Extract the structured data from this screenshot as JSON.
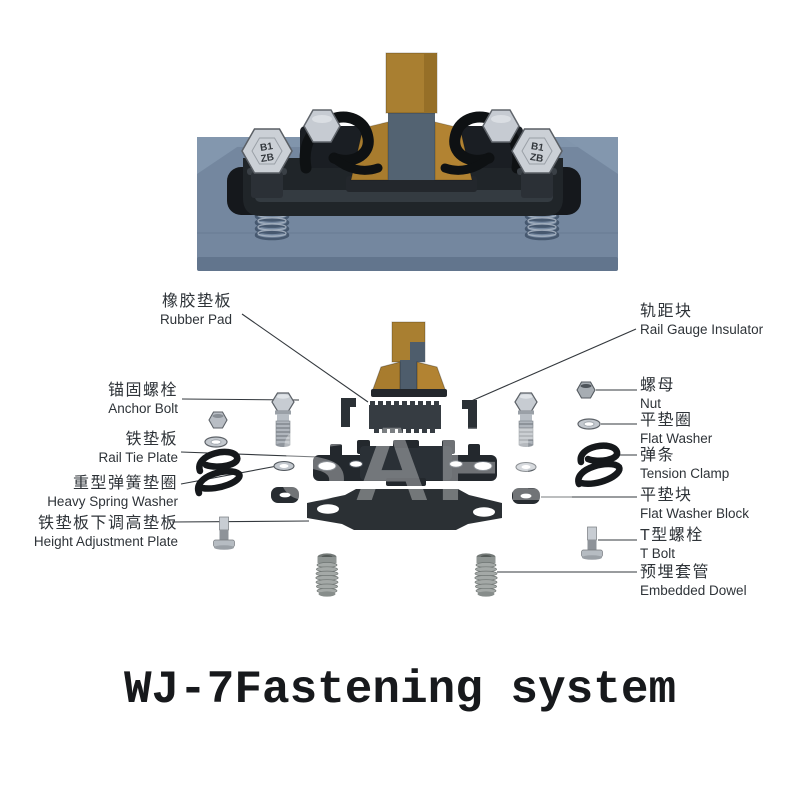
{
  "title": "WJ-7Fastening system",
  "watermark": "SAFE",
  "assembled_view": {
    "bolt_marking": [
      "B1",
      "ZB"
    ]
  },
  "labels": {
    "left": [
      {
        "zh": "橡胶垫板",
        "en": "Rubber Pad"
      },
      {
        "zh": "锚固螺栓",
        "en": "Anchor Bolt"
      },
      {
        "zh": "铁垫板",
        "en": "Rail Tie Plate"
      },
      {
        "zh": "重型弹簧垫圈",
        "en": "Heavy Spring Washer"
      },
      {
        "zh": "铁垫板下调高垫板",
        "en": "Height Adjustment Plate"
      }
    ],
    "right": [
      {
        "zh": "轨距块",
        "en": "Rail Gauge Insulator"
      },
      {
        "zh": "螺母",
        "en": "Nut"
      },
      {
        "zh": "平垫圈",
        "en": "Flat Washer"
      },
      {
        "zh": "弹条",
        "en": "Tension Clamp"
      },
      {
        "zh": "平垫块",
        "en": "Flat Washer Block"
      },
      {
        "zh": "T型螺栓",
        "en": "T Bolt"
      },
      {
        "zh": "预埋套管",
        "en": "Embedded Dowel"
      }
    ]
  },
  "colors": {
    "sleeper_blue": "#74879f",
    "rail_brown": "#a97f31",
    "part_black": "#23282d",
    "steel_gray": "#c6cbd1",
    "label_text": "#2e3338"
  }
}
